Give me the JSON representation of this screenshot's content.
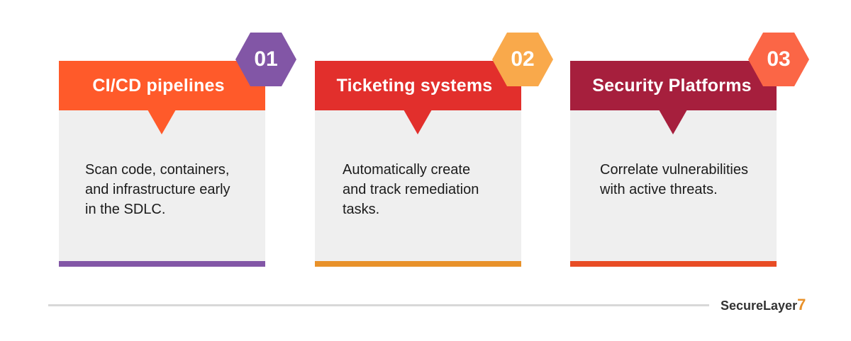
{
  "cards": [
    {
      "number": "01",
      "title": "CI/CD pipelines",
      "lines": [
        "Scan code, containers,",
        "and infrastructure early",
        "in the SDLC."
      ],
      "header_color": "#ff5a2a",
      "badge_color": "#8256a6",
      "bar_color": "#8256a6"
    },
    {
      "number": "02",
      "title": "Ticketing systems",
      "lines": [
        "Automatically create",
        "and track remediation",
        "tasks."
      ],
      "header_color": "#e22f2c",
      "badge_color": "#f9a94b",
      "bar_color": "#e8912a"
    },
    {
      "number": "03",
      "title": "Security Platforms",
      "lines": [
        "Correlate vulnerabilities",
        "with active threats."
      ],
      "header_color": "#a61f3d",
      "badge_color": "#fb6646",
      "bar_color": "#e84c24"
    }
  ],
  "brand": {
    "name": "SecureLayer",
    "accent": "7",
    "accent_color": "#e8912a"
  }
}
